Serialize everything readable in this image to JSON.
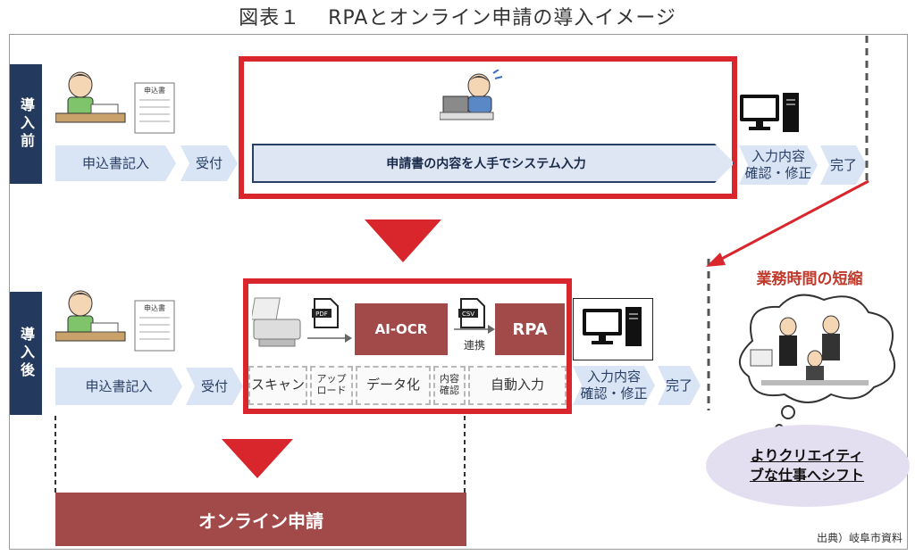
{
  "title": "図表１　 RPAとオンライン申請の導入イメージ",
  "before": {
    "label": "導入前",
    "steps": [
      "申込書記入",
      "受付",
      "申請書の内容を人手でシステム入力",
      "入力内容\n確認・修正",
      "完了"
    ]
  },
  "after": {
    "label": "導入後",
    "steps": [
      "申込書記入",
      "受付",
      "スキャン",
      "アップ\nロード",
      "データ化",
      "内容\n確認",
      "自動入力",
      "入力内容\n確認・修正",
      "完了"
    ],
    "ai_ocr": "AI-OCR",
    "rpa": "RPA",
    "link_label": "連携",
    "pdf_label": "PDF",
    "csv_label": "CSV"
  },
  "form_label": "申込書",
  "benefit_title": "業務時間の短縮",
  "benefit_text": "よりクリエイティ\nブな仕事へシフト",
  "online": "オンライン申請",
  "source": "出典）岐阜市資料",
  "colors": {
    "accent_red": "#d9262c",
    "navy": "#233a5e",
    "step_fill": "#d9e4f4",
    "dark_red": "#a24a4a"
  }
}
